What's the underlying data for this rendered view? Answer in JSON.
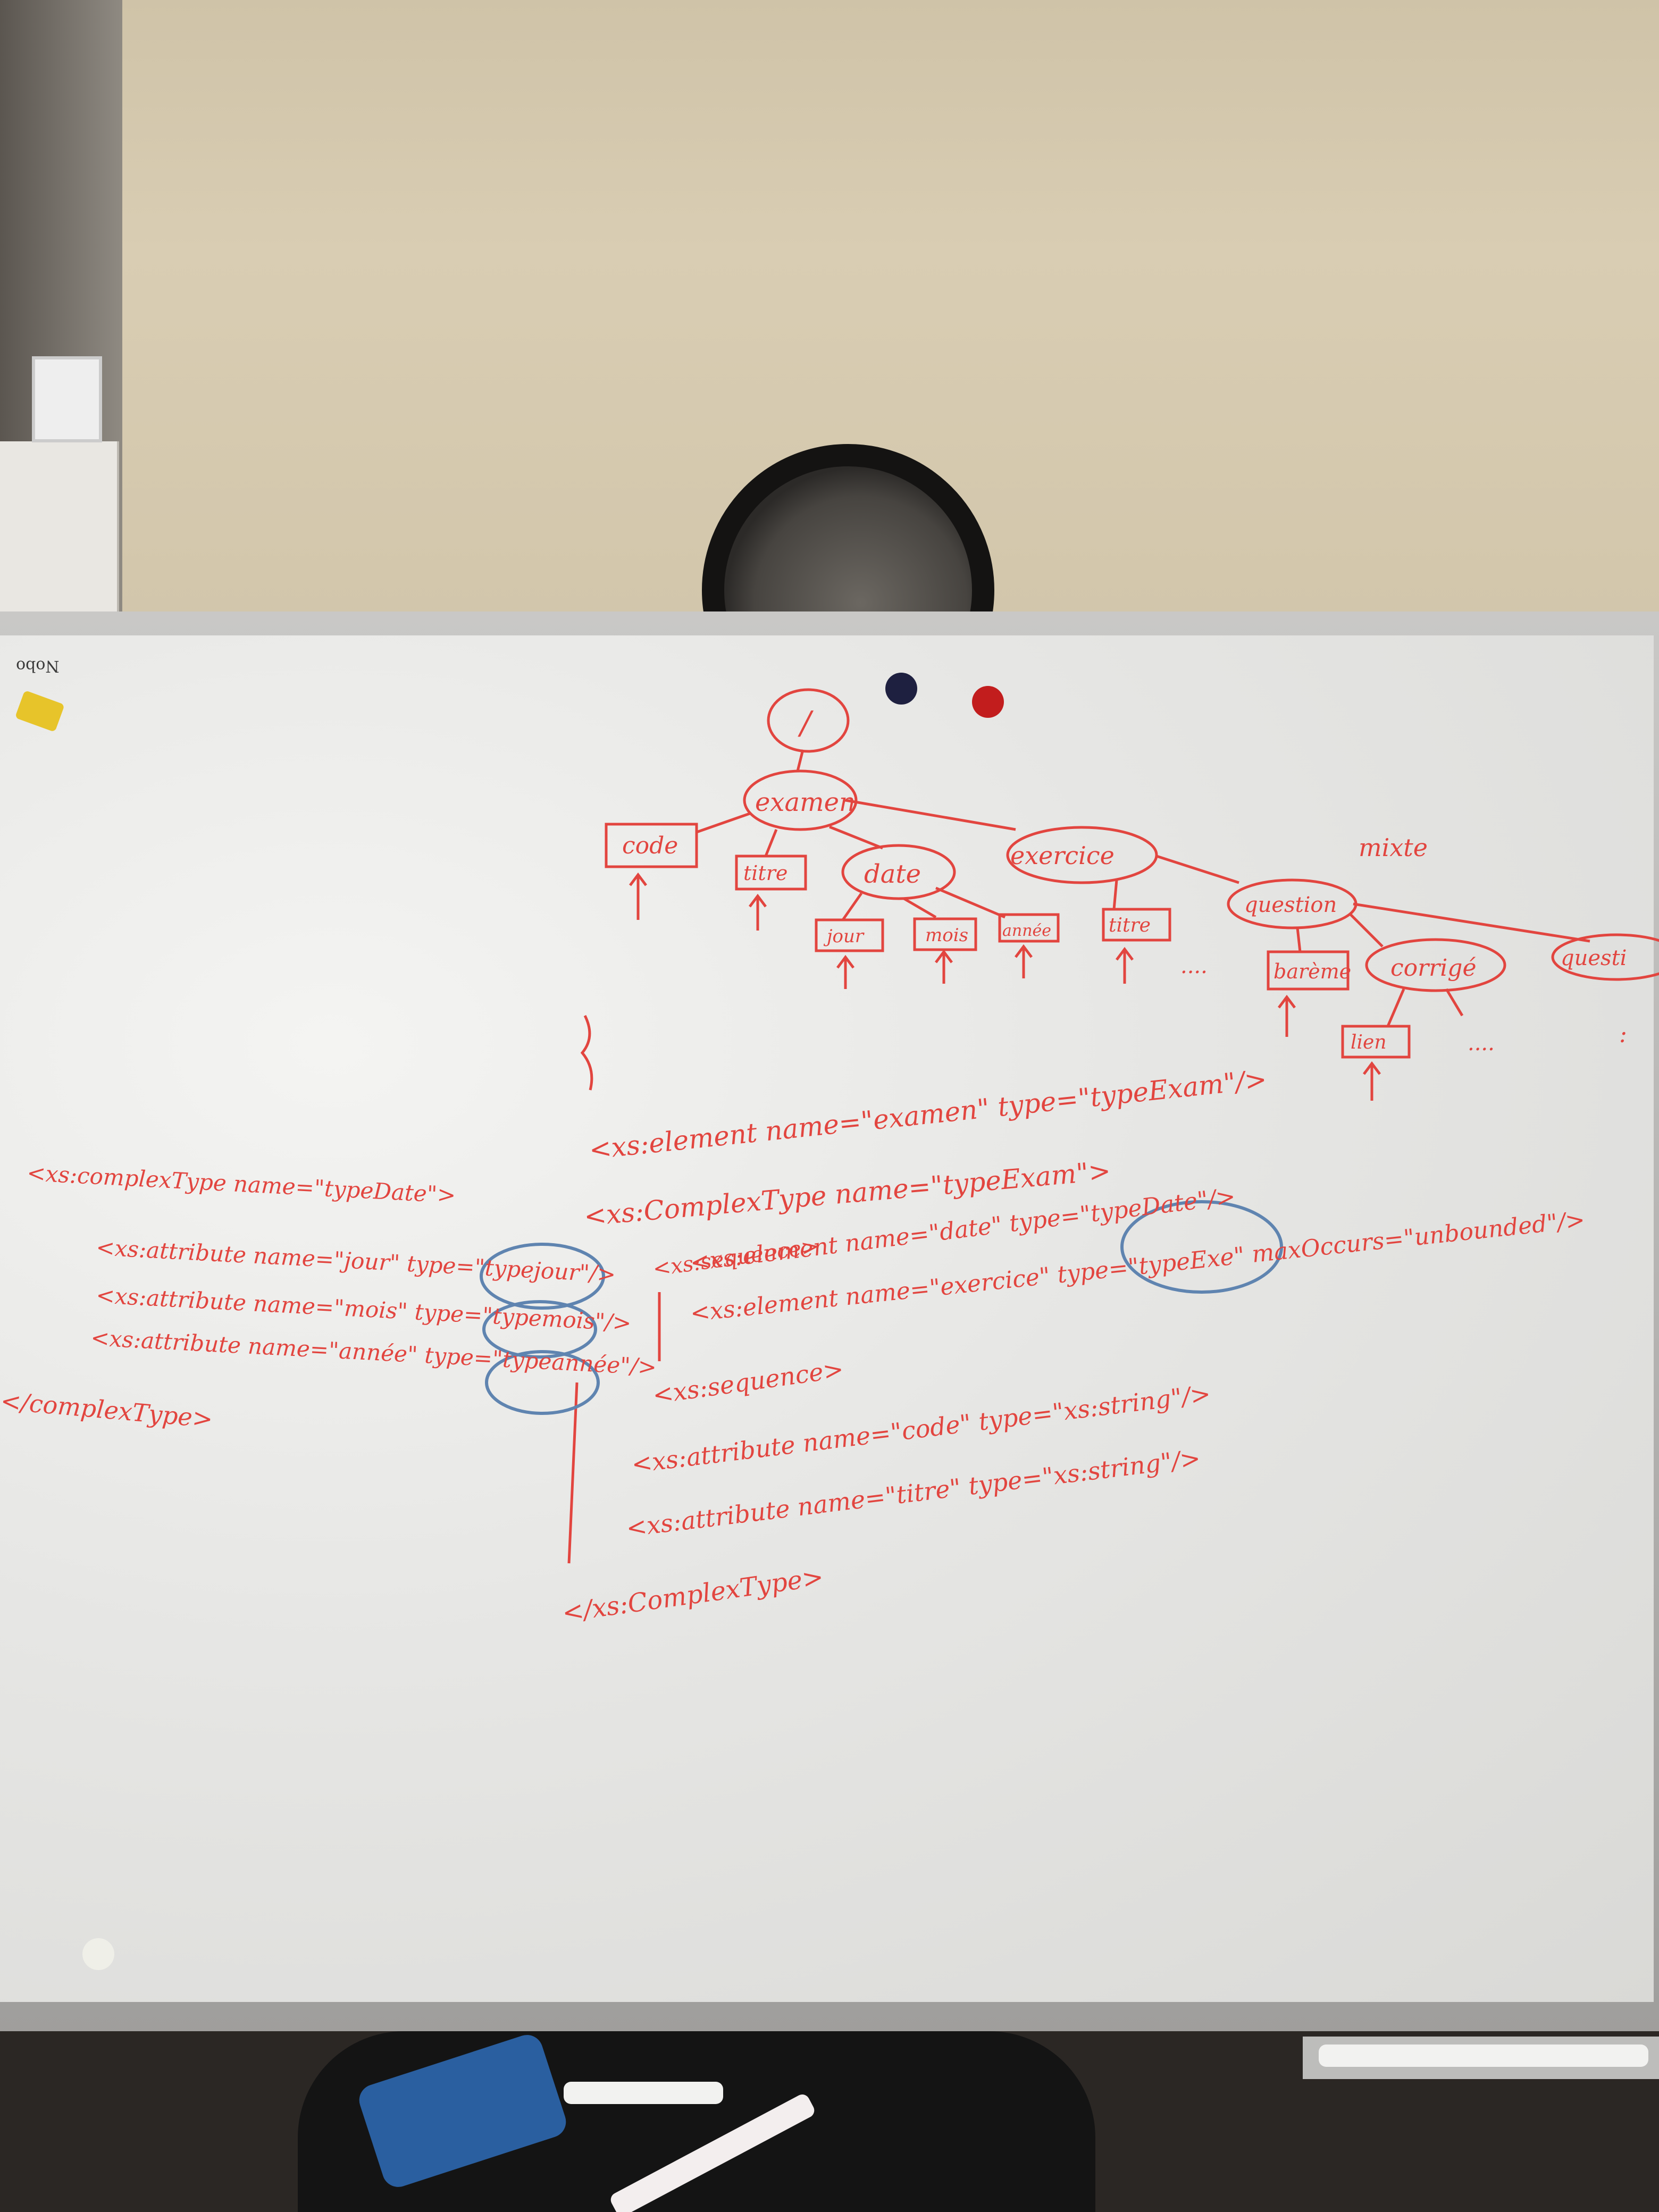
{
  "brand": "Nobo",
  "tree": {
    "root": "/",
    "examen": "examen",
    "code": "code",
    "titre": "titre",
    "date": "date",
    "jour": "jour",
    "mois": "mois",
    "annee": "année",
    "exercice": "exercice",
    "exercice_titre": "titre",
    "question": "question",
    "mixte": "mixte",
    "bareme": "barème",
    "corrige": "corrigé",
    "lien": "lien",
    "question2": "questi",
    "dots1": "....",
    "dots2": "....",
    "colon": ":"
  },
  "code_right": {
    "line1": "<xs:element name=\"examen\" type=\"typeExam\"/>",
    "line2": "<xs:ComplexType name=\"typeExam\">",
    "line3": "<xs:sequence>",
    "line4": "<xs:element name=\"date\" type=\"typeDate\"/>",
    "line5": "<xs:element name=\"exercice\" type=\"typeExe\" maxOccurs=\"unbounded\"/>",
    "line6": "<xs:sequence>",
    "line7": "<xs:attribute name=\"code\" type=\"xs:string\"/>",
    "line8": "<xs:attribute name=\"titre\" type=\"xs:string\"/>",
    "line9": "</xs:ComplexType>"
  },
  "code_left": {
    "line1": "<xs:complexType name=\"typeDate\">",
    "line2": "<xs:attribute name=\"jour\" type=\"typejour\"/>",
    "line3": "<xs:attribute name=\"mois\" type=\"typemois\"/>",
    "line4": "<xs:attribute name=\"année\" type=\"typeannée\"/>",
    "line5": "</complexType>"
  },
  "colors": {
    "marker_red": "#e2453f",
    "marker_blue": "#5f84b0",
    "board": "#e8e8e6"
  }
}
